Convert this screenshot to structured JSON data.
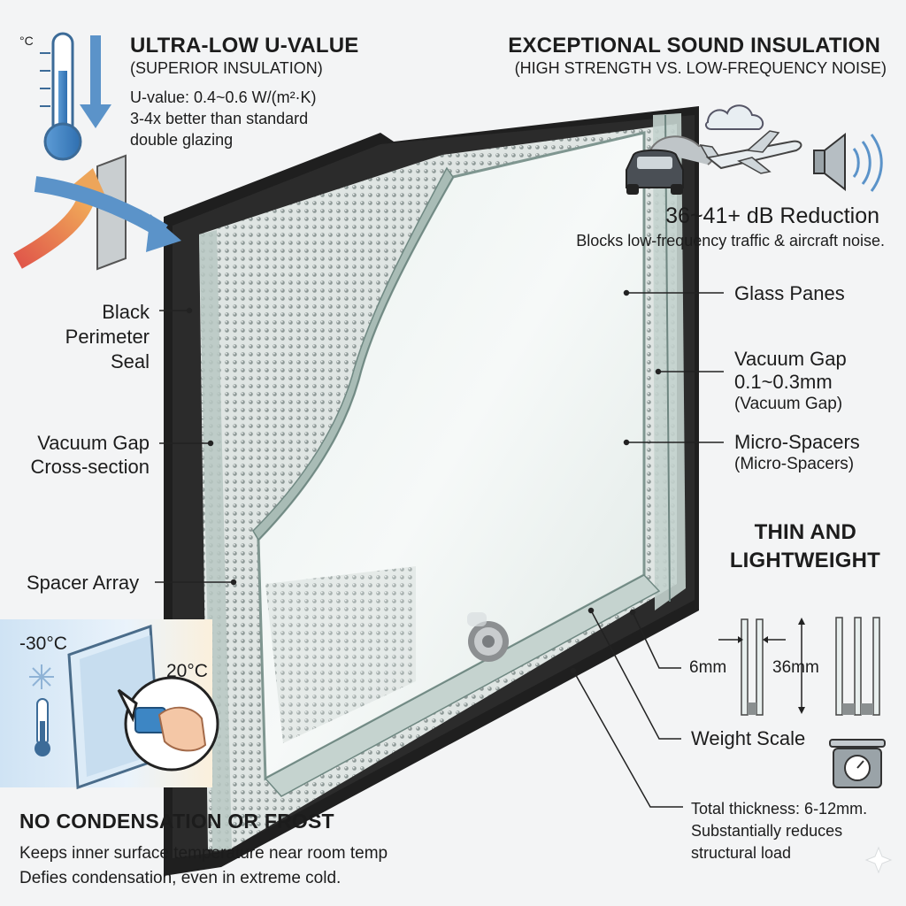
{
  "insulation": {
    "title": "ULTRA-LOW U-VALUE",
    "subtitle": "(SUPERIOR INSULATION)",
    "line1": "U-value: 0.4~0.6 W/(m²·K)",
    "line2": "3-4x better than standard",
    "line3": "double glazing",
    "unit_label": "°C"
  },
  "sound": {
    "title": "EXCEPTIONAL SOUND INSULATION",
    "subtitle": "(HIGH STRENGTH VS. LOW-FREQUENCY NOISE)",
    "reduction": "36~41+ dB Reduction",
    "description": "Blocks low-frequency traffic & aircraft noise."
  },
  "left_labels": {
    "seal_line1": "Black",
    "seal_line2": "Perimeter",
    "seal_line3": "Seal",
    "gap_line1": "Vacuum Gap",
    "gap_line2": "Cross-section",
    "spacer_array": "Spacer Array"
  },
  "right_labels": {
    "glass_panes": "Glass Panes",
    "vacuum_gap_title": "Vacuum Gap",
    "vacuum_gap_size": "0.1~0.3mm",
    "vacuum_gap_note": "(Vacuum Gap)",
    "micro_spacers_title": "Micro-Spacers",
    "micro_spacers_note": "(Micro-Spacers)"
  },
  "thin": {
    "title_line1": "THIN AND",
    "title_line2": "LIGHTWEIGHT",
    "dim_vig": "6mm",
    "dim_igu": "36mm",
    "weight_scale": "Weight Scale",
    "total_line1": "Total thickness: 6-12mm.",
    "total_line2": "Substantially reduces",
    "total_line3": "structural load"
  },
  "condensation": {
    "title": "NO CONDENSATION OR FROST",
    "line1": "Keeps inner surface temperature near room temp",
    "line2": "Defies condensation, even in extreme cold.",
    "cold_temp": "-30°C",
    "warm_temp": "20°C"
  },
  "colors": {
    "background": "#f3f4f5",
    "frame": "#1e1e1e",
    "glass": "#e4ecea",
    "glass_edge": "#7f9690",
    "heat_arrow": "#e2735a",
    "cold_arrow": "#5b93c9",
    "ink": "#1c1c1c"
  }
}
